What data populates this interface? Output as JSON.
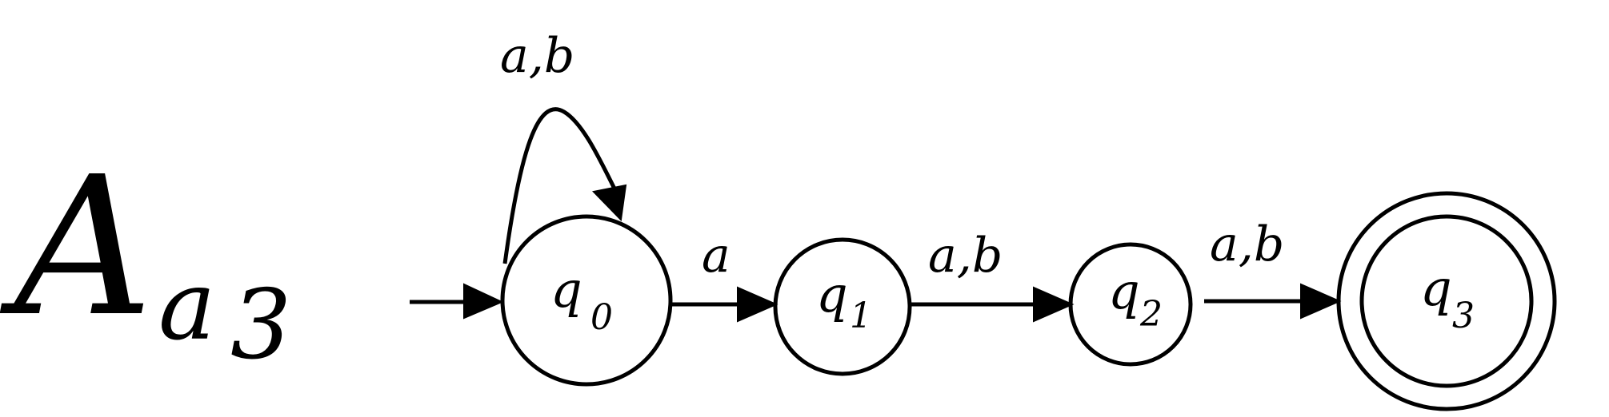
{
  "title": {
    "main": "A",
    "subscript_letter": "a",
    "subscript_index": "3"
  },
  "states": [
    {
      "id": "q0",
      "label": "q",
      "index": "0",
      "initial": true,
      "accepting": false
    },
    {
      "id": "q1",
      "label": "q",
      "index": "1",
      "initial": false,
      "accepting": false
    },
    {
      "id": "q2",
      "label": "q",
      "index": "2",
      "initial": false,
      "accepting": false
    },
    {
      "id": "q3",
      "label": "q",
      "index": "3",
      "initial": false,
      "accepting": true
    }
  ],
  "transitions": [
    {
      "from": "q0",
      "to": "q0",
      "label": "a,b"
    },
    {
      "from": "q0",
      "to": "q1",
      "label": "a"
    },
    {
      "from": "q1",
      "to": "q2",
      "label": "a,b"
    },
    {
      "from": "q2",
      "to": "q3",
      "label": "a,b"
    }
  ],
  "colors": {
    "ink": "#000000",
    "background": "#ffffff"
  }
}
